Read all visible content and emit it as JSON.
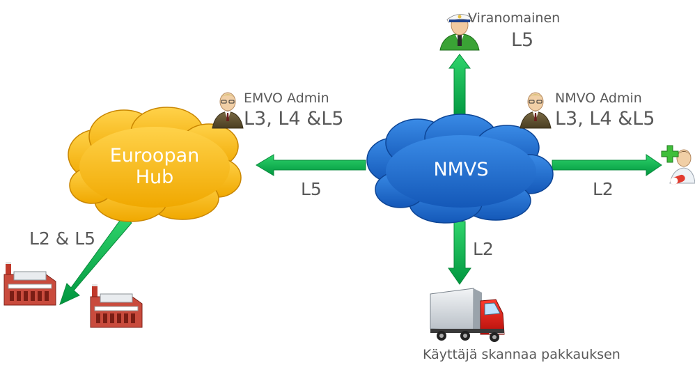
{
  "colors": {
    "arrow": "#00b050",
    "hub_cloud": "#ffc000",
    "nmvs_cloud": "#1e6fd0",
    "label_text": "#595959"
  },
  "nodes": {
    "hub": {
      "line1": "Euroopan",
      "line2": "Hub"
    },
    "nmvs": {
      "label": "NMVS"
    }
  },
  "people": {
    "authority": {
      "name": "Viranomainen",
      "level": "L5",
      "icon": "police-officer-icon"
    },
    "emvo": {
      "name": "EMVO Admin",
      "levels": "L3, L4 &L5",
      "icon": "businessman-icon"
    },
    "nmvo": {
      "name": "NMVO Admin",
      "levels": "L3, L4 &L5",
      "icon": "businessman-icon"
    },
    "pharmacy": {
      "icon": "pharmacist-icon"
    }
  },
  "edges": {
    "nmvs_to_hub": "L5",
    "nmvs_to_pharmacy": "L2",
    "nmvs_to_truck": "L2",
    "hub_to_factories": "L2 & L5"
  },
  "truck": {
    "caption": "Käyttäjä skannaa pakkauksen",
    "icon": "truck-icon"
  },
  "factories": {
    "icon": "factory-icon"
  }
}
